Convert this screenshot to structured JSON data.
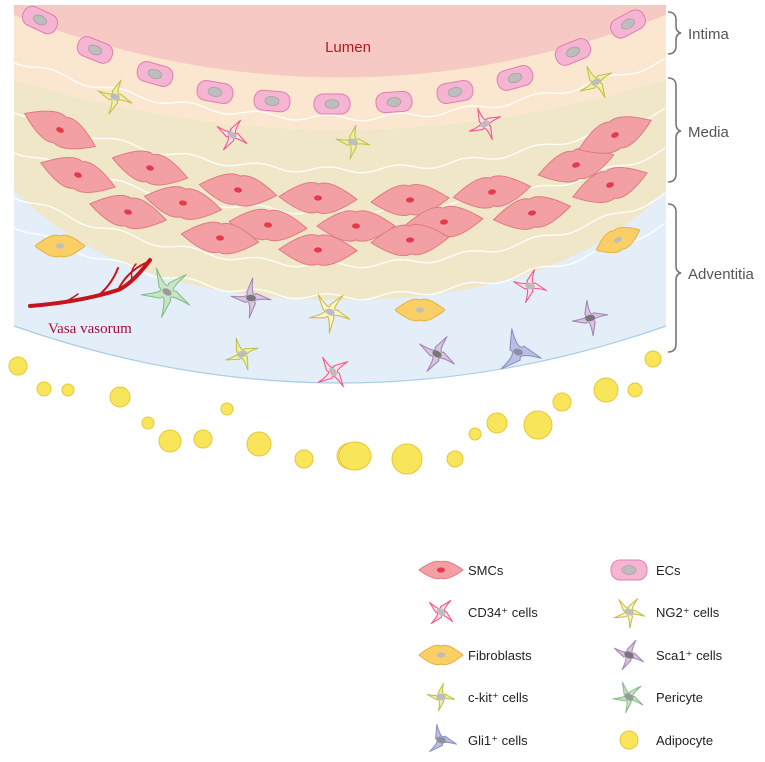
{
  "labels": {
    "lumen": "Lumen",
    "vasa_vasorum": "Vasa vasorum"
  },
  "layers": {
    "intima": "Intima",
    "media": "Media",
    "adventitia": "Adventitia"
  },
  "legend": [
    {
      "key": "smc",
      "label": "SMCs",
      "icon": "smc-icon"
    },
    {
      "key": "ec",
      "label": "ECs",
      "icon": "ec-icon"
    },
    {
      "key": "cd34",
      "label": "CD34⁺ cells",
      "icon": "cd34-cell-icon"
    },
    {
      "key": "ng2",
      "label": "NG2⁺ cells",
      "icon": "ng2-cell-icon"
    },
    {
      "key": "fibroblast",
      "label": "Fibroblasts",
      "icon": "fibroblast-icon"
    },
    {
      "key": "sca1",
      "label": "Sca1⁺ cells",
      "icon": "sca1-cell-icon"
    },
    {
      "key": "ckit",
      "label": "c-kit⁺ cells",
      "icon": "ckit-cell-icon"
    },
    {
      "key": "pericyte",
      "label": "Pericyte",
      "icon": "pericyte-icon"
    },
    {
      "key": "gli1",
      "label": "Gli1⁺ cells",
      "icon": "gli1-cell-icon"
    },
    {
      "key": "adipocyte",
      "label": "Adipocyte",
      "icon": "adipocyte-icon"
    }
  ],
  "colors": {
    "lumen": "#f6c9c4",
    "intima_band": "#fbe7cf",
    "media": "#efe7c8",
    "adventitia": "#e3eef8",
    "smc_fill": "#f2a0a4",
    "smc_stroke": "#e07a82",
    "ec_fill": "#f5b4d2",
    "ec_stroke": "#e07fb0",
    "nucleus_gray": "#bdbdbd",
    "cd34": "#f05a8a",
    "ng2_fill": "#fbf6c9",
    "ng2_stroke": "#cdbb4a",
    "fibroblast": "#f9cf66",
    "sca1_fill": "#d8c4e0",
    "sca1_stroke": "#a887b8",
    "ckit_fill": "#eef0a6",
    "ckit_stroke": "#c3c34a",
    "pericyte_fill": "#c8e6c6",
    "pericyte_stroke": "#86bf86",
    "gli1_fill": "#b9bfe0",
    "gli1_stroke": "#8c93c4",
    "adipocyte_fill": "#f9e55a",
    "adipocyte_stroke": "#e7c63a",
    "vasa": "#c6141c",
    "lumen_text": "#c0141c",
    "vasa_text": "#a5103a",
    "bracket": "#777777"
  }
}
